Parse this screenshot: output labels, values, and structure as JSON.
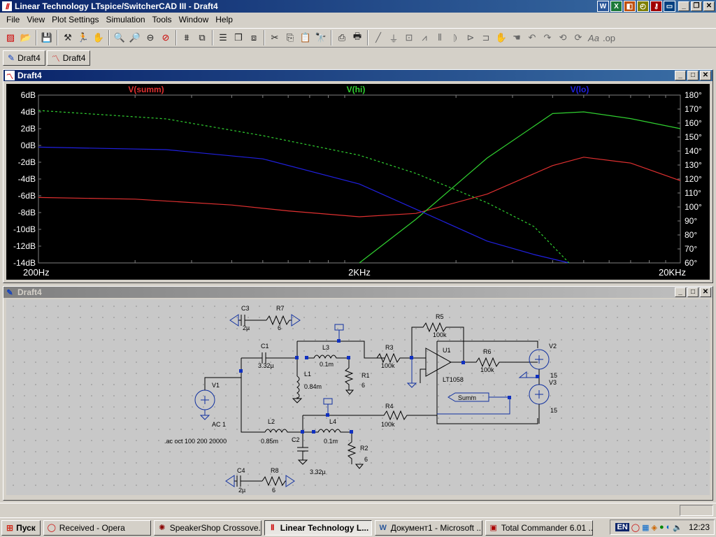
{
  "window": {
    "title": "Linear Technology LTspice/SwitcherCAD III - Draft4"
  },
  "menu": [
    "File",
    "View",
    "Plot Settings",
    "Simulation",
    "Tools",
    "Window",
    "Help"
  ],
  "tabs": [
    {
      "label": "Draft4",
      "kind": "schematic"
    },
    {
      "label": "Draft4",
      "kind": "plot"
    }
  ],
  "plot": {
    "title": "Draft4",
    "traces": [
      {
        "name": "V(summ)",
        "color": "#e03030"
      },
      {
        "name": "V(hi)",
        "color": "#30d030"
      },
      {
        "name": "V(lo)",
        "color": "#2020e0"
      }
    ]
  },
  "chart_data": {
    "type": "line",
    "xscale": "log",
    "xlim": [
      200,
      20000
    ],
    "xticks": [
      "200Hz",
      "2KHz",
      "20KHz"
    ],
    "ylim_left": [
      -14,
      6
    ],
    "yticks_left": [
      "6dB",
      "4dB",
      "2dB",
      "0dB",
      "-2dB",
      "-4dB",
      "-6dB",
      "-8dB",
      "-10dB",
      "-12dB",
      "-14dB"
    ],
    "ylim_right": [
      60,
      180
    ],
    "yticks_right": [
      "180°",
      "170°",
      "160°",
      "150°",
      "140°",
      "130°",
      "120°",
      "110°",
      "100°",
      "90°",
      "80°",
      "70°",
      "60°"
    ],
    "series": [
      {
        "name": "V(summ)",
        "axis": "left",
        "style": "solid",
        "color": "#e03030",
        "x": [
          200,
          400,
          800,
          1200,
          2000,
          3000,
          5000,
          8000,
          10000,
          14000,
          20000
        ],
        "y": [
          -6.2,
          -6.4,
          -7.1,
          -7.8,
          -8.5,
          -8.1,
          -5.8,
          -2.4,
          -1.4,
          -2.1,
          -4.2
        ]
      },
      {
        "name": "V(hi)",
        "axis": "left",
        "style": "solid",
        "color": "#30d030",
        "x": [
          2000,
          3000,
          5000,
          8000,
          10000,
          14000,
          20000
        ],
        "y": [
          -14,
          -8.8,
          -1.5,
          3.8,
          4.0,
          3.2,
          2.0
        ]
      },
      {
        "name": "V(lo)",
        "axis": "left",
        "style": "solid",
        "color": "#2020e0",
        "x": [
          200,
          500,
          1000,
          2000,
          3000,
          5000,
          7000,
          9000
        ],
        "y": [
          -0.2,
          -0.5,
          -1.6,
          -4.6,
          -7.6,
          -11.4,
          -13.0,
          -14.0
        ]
      },
      {
        "name": "V(hi) phase",
        "axis": "right",
        "style": "dashed",
        "color": "#30d030",
        "x": [
          200,
          500,
          1000,
          2000,
          3000,
          5000,
          7000,
          9000
        ],
        "y": [
          169,
          163,
          151,
          137,
          124,
          103,
          86,
          60
        ]
      }
    ]
  },
  "schematic": {
    "title": "Draft4",
    "labels": {
      "c3": "C3",
      "c3v": "2µ",
      "r7": "R7",
      "r7v": "6",
      "c1": "C1",
      "c1v": "3.32µ",
      "l3": "L3",
      "l3v": "0.1m",
      "r1": "R1",
      "r1v": "6",
      "l1": "L1",
      "l1v": "0.84m",
      "r3": "R3",
      "r3v": "100k",
      "r5": "R5",
      "r5v": "100k",
      "u1": "U1",
      "u1v": "LT1058",
      "r6": "R6",
      "r6v": "100k",
      "v2": "V2",
      "v2v": "15",
      "v3": "V3",
      "v3v": "15",
      "v1": "V1",
      "v1v": "AC 1",
      "ac": ".ac oct 100 200 20000",
      "l2": "L2",
      "l2v": "0.85m",
      "c2": "C2",
      "c2v": "3.32µ",
      "l4": "L4",
      "l4v": "0.1m",
      "r2": "R2",
      "r2v": "6",
      "r4": "R4",
      "r4v": "100k",
      "summ": "Summ",
      "c4": "C4",
      "c4v": "2µ",
      "r8": "R8",
      "r8v": "6"
    }
  },
  "taskbar": {
    "start": "Пуск",
    "tasks": [
      {
        "label": "Received - Opera",
        "icon": "opera-icon",
        "active": false
      },
      {
        "label": "SpeakerShop Crossove...",
        "icon": "speaker-icon",
        "active": false
      },
      {
        "label": "Linear Technology L...",
        "icon": "ltspice-icon",
        "active": true
      },
      {
        "label": "Документ1 - Microsoft ...",
        "icon": "word-icon",
        "active": false
      },
      {
        "label": "Total Commander 6.01 ...",
        "icon": "tc-icon",
        "active": false
      }
    ],
    "lang": "EN",
    "clock": "12:23"
  }
}
